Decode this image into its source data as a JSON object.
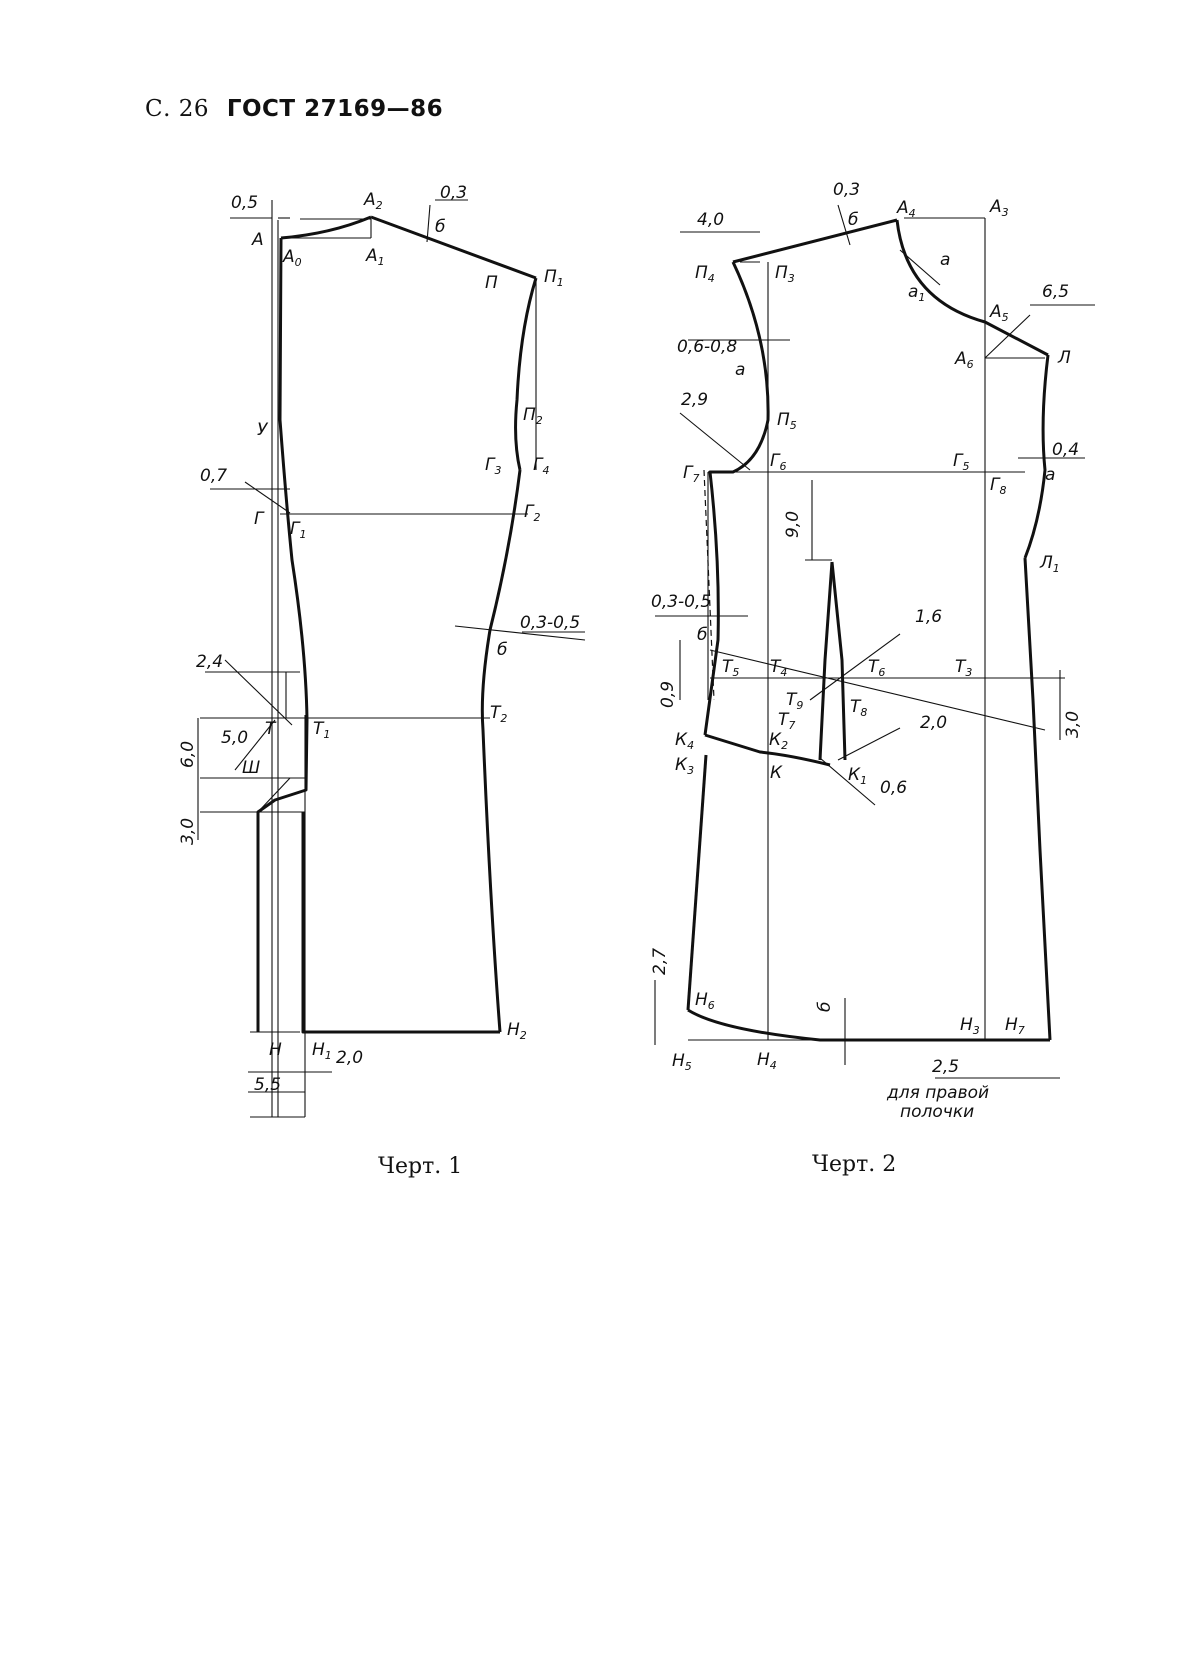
{
  "header": {
    "page": "С. 26",
    "standard": "ГОСТ 27169—86"
  },
  "figure1": {
    "caption": "Черт. 1",
    "points": {
      "A": "А",
      "A0": "А",
      "A1": "А",
      "A2": "А",
      "P": "П",
      "P1": "П",
      "P2": "П",
      "U": "У",
      "G": "Г",
      "G1": "Г",
      "G2": "Г",
      "G3": "Г",
      "G4": "Г",
      "T": "Т",
      "T1": "Т",
      "T2": "Т",
      "Sh": "Ш",
      "H": "Н",
      "H1": "Н",
      "H2": "Н"
    },
    "dims": {
      "d05": "0,5",
      "d03": "0,3",
      "b1": "б",
      "d07": "0,7",
      "d0305": "0,3-0,5",
      "b2": "б",
      "d24": "2,4",
      "d50": "5,0",
      "d60": "6,0",
      "d30": "3,0",
      "d20": "2,0",
      "d55": "5,5"
    }
  },
  "figure2": {
    "caption": "Черт. 2",
    "points": {
      "A3": "А",
      "A4": "А",
      "A5": "А",
      "A6": "А",
      "a": "а",
      "a1": "а",
      "L": "Л",
      "L1": "Л",
      "P3": "П",
      "P4": "П",
      "P5": "П",
      "G5": "Г",
      "G6": "Г",
      "G7": "Г",
      "G8": "Г",
      "T3": "Т",
      "T4": "Т",
      "T5": "Т",
      "T6": "Т",
      "T7": "Т",
      "T8": "Т",
      "T9": "Т",
      "K": "К",
      "K1": "К",
      "K2": "К",
      "K3": "К",
      "K4": "К",
      "H3": "Н",
      "H4": "Н",
      "H5": "Н",
      "H6": "Н",
      "H7": "Н",
      "a2": "а",
      "a3": "а"
    },
    "dims": {
      "d03": "0,3",
      "b1": "б",
      "d40": "4,0",
      "d65": "6,5",
      "d0608": "0,6-0,8",
      "d29": "2,9",
      "d04": "0,4",
      "d90": "9,0",
      "d0305": "0,3-0,5",
      "b2": "б",
      "d16": "1,6",
      "d09": "0,9",
      "d30": "3,0",
      "d20": "2,0",
      "d06": "0,6",
      "d27": "2,7",
      "b3": "б",
      "d25": "2,5"
    },
    "note_line1": "для правой",
    "note_line2": "полочки"
  }
}
